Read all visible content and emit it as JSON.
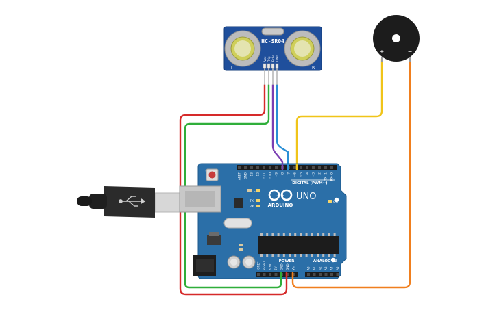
{
  "sensor": {
    "model": "HC-SR04",
    "pins": [
      "Vcc",
      "Trig",
      "Echo",
      "GND"
    ],
    "corner_left": "T",
    "corner_right": "R"
  },
  "buzzer": {
    "plus": "+",
    "minus": "−"
  },
  "arduino": {
    "brand": "ARDUINO",
    "model": "UNO",
    "logo_symbols": "−  +",
    "digital_label": "DIGITAL (PWM~)",
    "digital_pins": [
      "AREF",
      "GND",
      "13",
      "12",
      "~11",
      "~10",
      "~9",
      "8",
      "7",
      "~6",
      "~5",
      "4",
      "~3",
      "2",
      "TX→1",
      "RX←0"
    ],
    "power_label": "POWER",
    "power_pins": [
      "IOREF",
      "RESET",
      "3.3V",
      "5V",
      "GND",
      "GND",
      "Vin"
    ],
    "analog_label": "ANALOG IN",
    "analog_pins": [
      "A0",
      "A1",
      "A2",
      "A3",
      "A4",
      "A5"
    ],
    "led_l": "L",
    "led_tx": "TX",
    "led_rx": "RX",
    "led_on": "ON"
  },
  "colors": {
    "board": "#2b6fa8",
    "wire_red": "#d62a2a",
    "wire_green": "#2fae3a",
    "wire_purple": "#7b3fb3",
    "wire_blue": "#2a8fd6",
    "wire_yellow": "#f0c419",
    "wire_orange": "#f07f1e"
  }
}
